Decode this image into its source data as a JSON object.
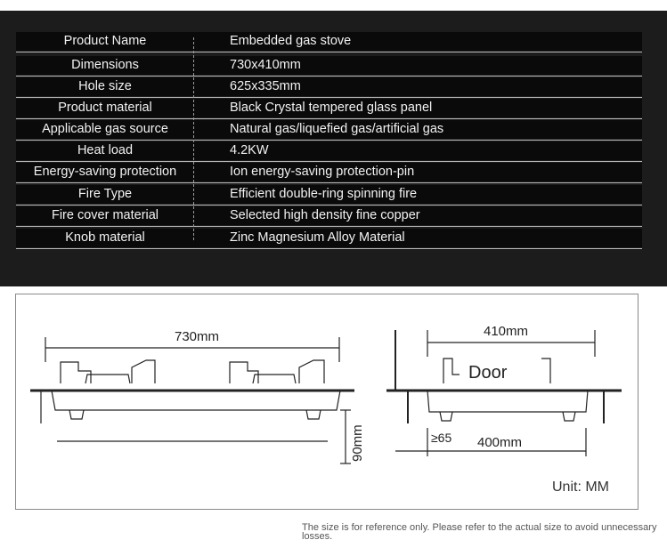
{
  "specs": [
    {
      "label": "Product Name",
      "value": "Embedded gas stove"
    },
    {
      "label": "Dimensions",
      "value": "730x410mm"
    },
    {
      "label": "Hole size",
      "value": "625x335mm"
    },
    {
      "label": "Product material",
      "value": "Black Crystal tempered glass panel"
    },
    {
      "label": "Applicable gas source",
      "value": "Natural gas/liquefied gas/artificial gas"
    },
    {
      "label": "Heat load",
      "value": "4.2KW"
    },
    {
      "label": "Energy-saving protection",
      "value": "Ion energy-saving protection-pin"
    },
    {
      "label": "Fire Type",
      "value": "Efficient double-ring spinning fire"
    },
    {
      "label": "Fire cover material",
      "value": "Selected high density fine copper"
    },
    {
      "label": "Knob material",
      "value": "Zinc Magnesium Alloy Material"
    }
  ],
  "diagram": {
    "width_label": "730mm",
    "depth_label": "410mm",
    "height_label": "90mm",
    "door_label": "Door",
    "clearance_label": "≥65",
    "cutout_label": "400mm",
    "unit_label": "Unit: MM"
  },
  "footnote": "The size is for reference only. Please refer to the actual size to avoid unnecessary losses."
}
